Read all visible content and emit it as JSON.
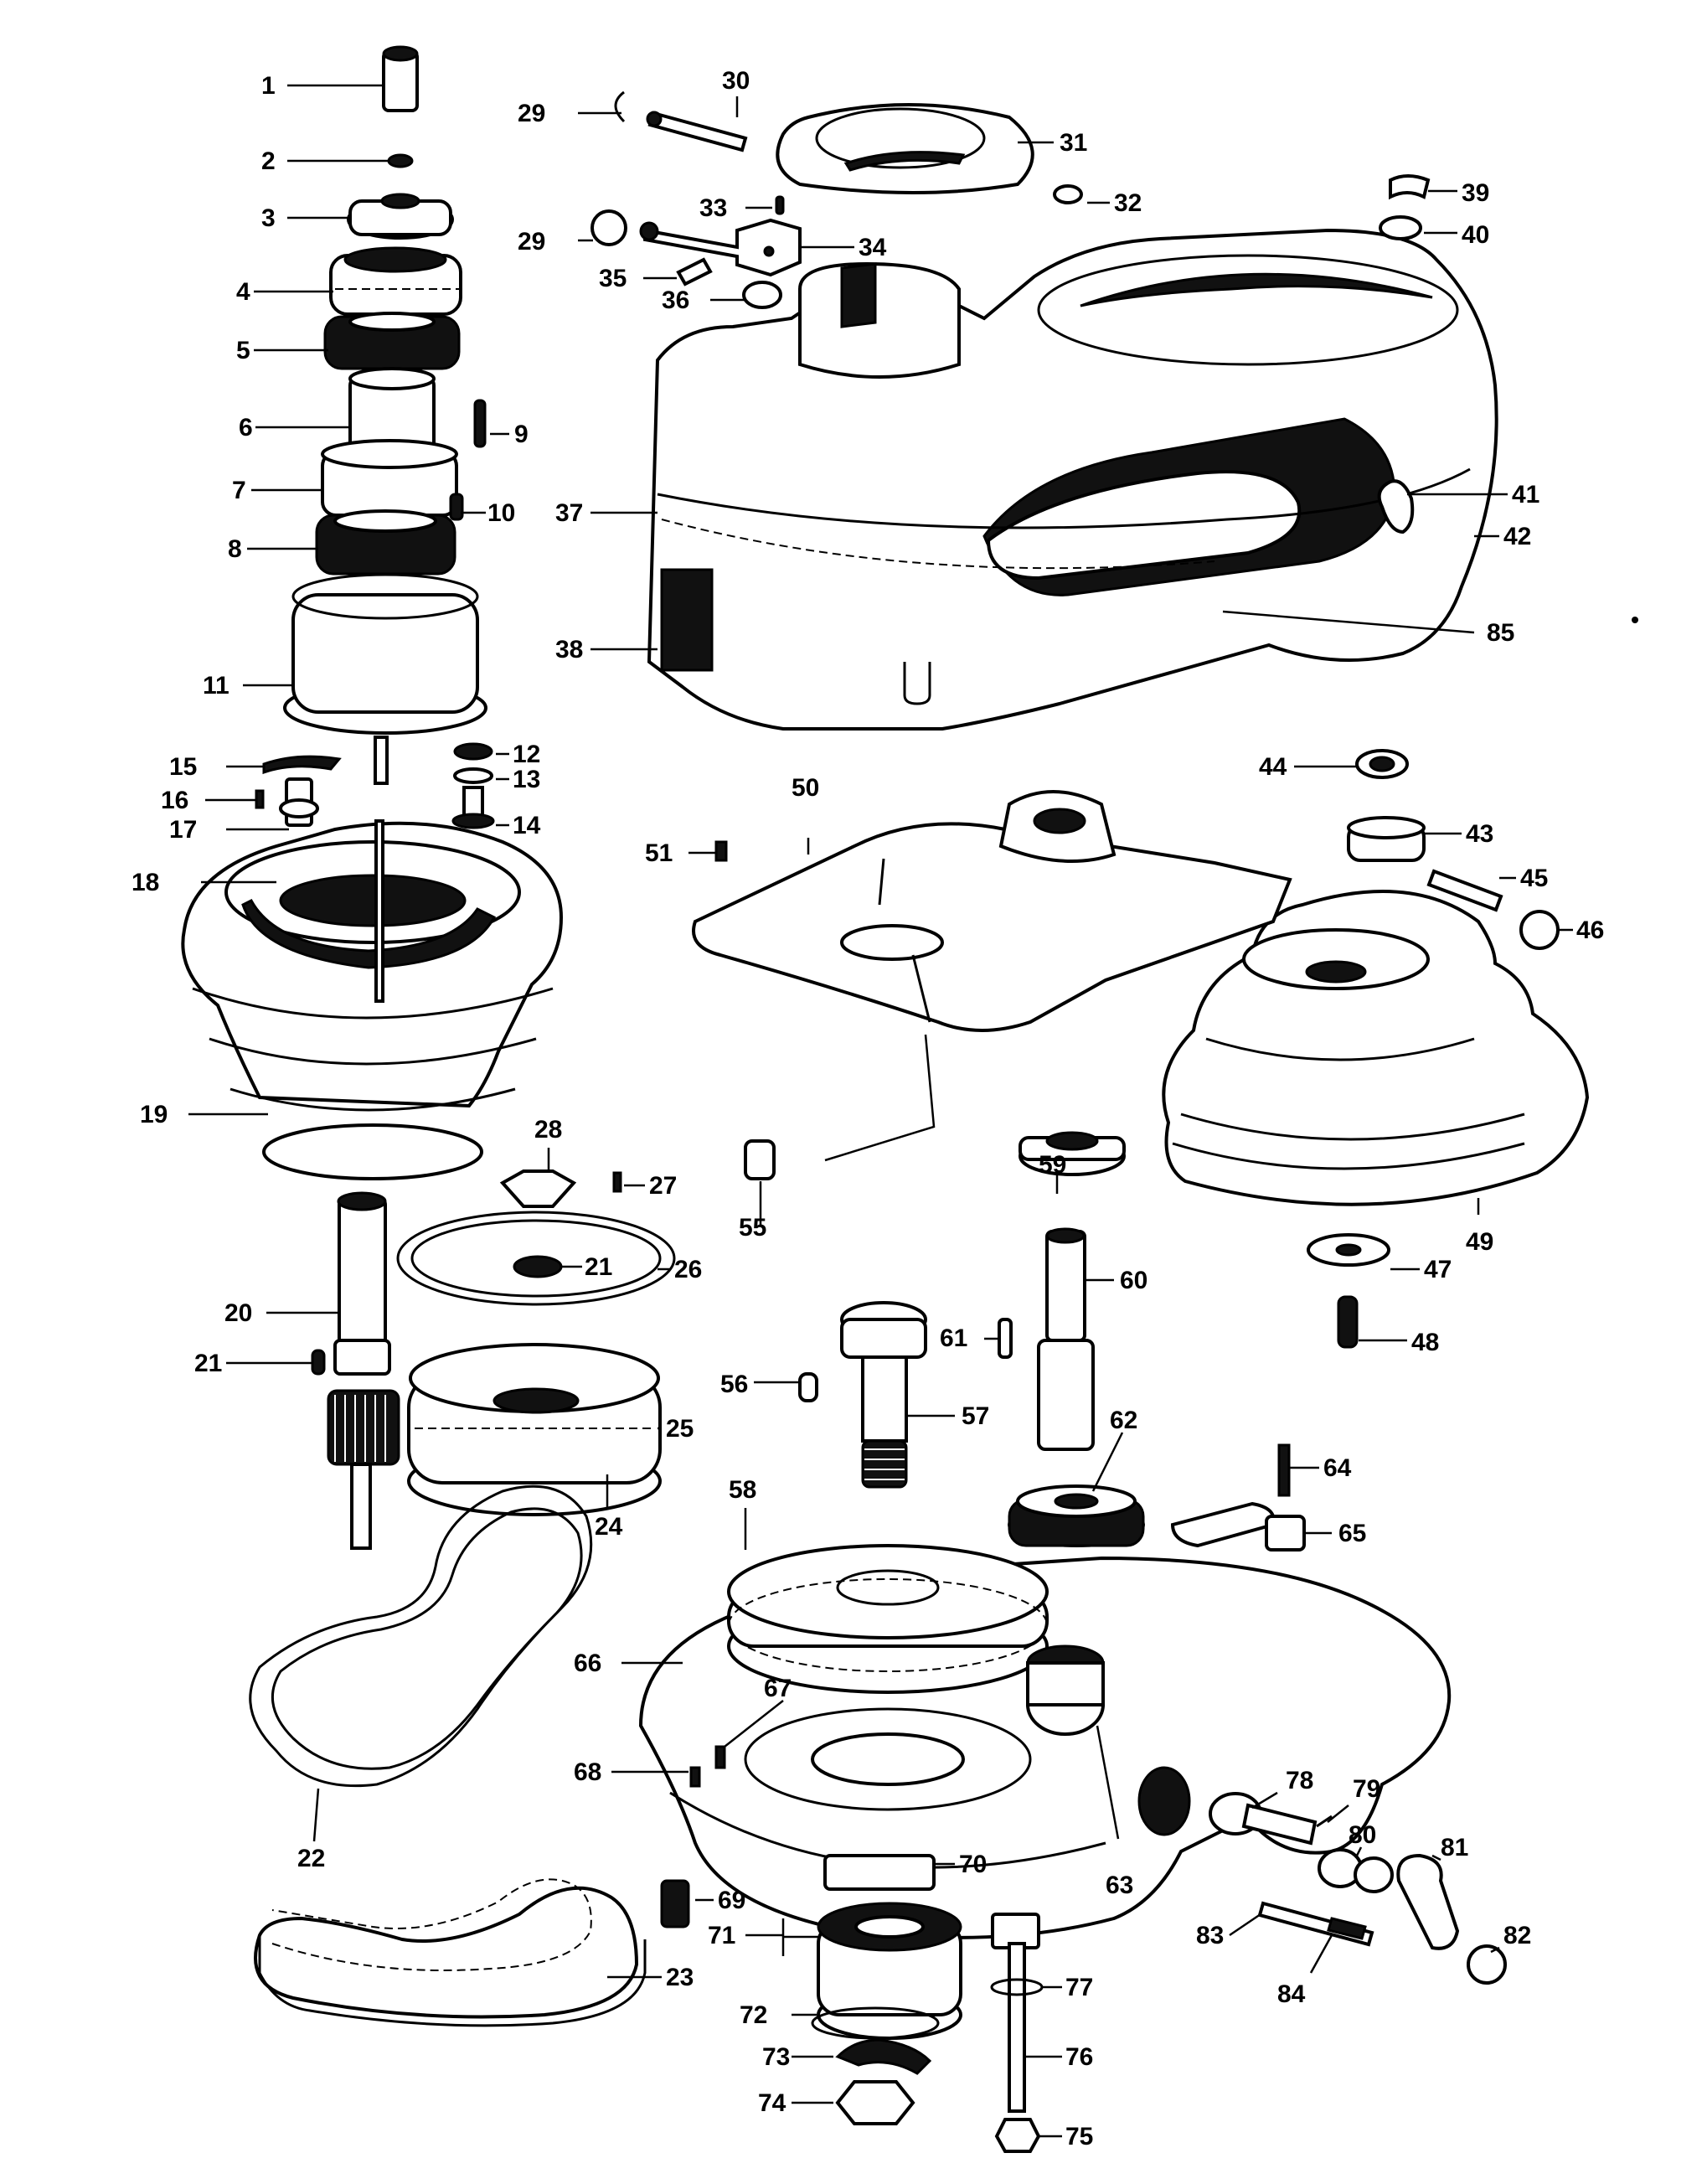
{
  "diagram": {
    "part_numbers": [
      "1",
      "2",
      "3",
      "4",
      "5",
      "6",
      "7",
      "8",
      "9",
      "10",
      "11",
      "12",
      "13",
      "14",
      "15",
      "16",
      "17",
      "18",
      "19",
      "20",
      "21",
      "21",
      "22",
      "23",
      "24",
      "25",
      "26",
      "27",
      "28",
      "29",
      "29",
      "30",
      "31",
      "32",
      "33",
      "34",
      "35",
      "36",
      "37",
      "38",
      "39",
      "40",
      "41",
      "42",
      "43",
      "44",
      "45",
      "46",
      "47",
      "48",
      "49",
      "50",
      "51",
      "55",
      "56",
      "57",
      "58",
      "59",
      "60",
      "61",
      "62",
      "63",
      "64",
      "65",
      "66",
      "67",
      "68",
      "69",
      "70",
      "71",
      "72",
      "73",
      "74",
      "75",
      "76",
      "77",
      "78",
      "79",
      "80",
      "81",
      "82",
      "83",
      "84",
      "85"
    ]
  }
}
